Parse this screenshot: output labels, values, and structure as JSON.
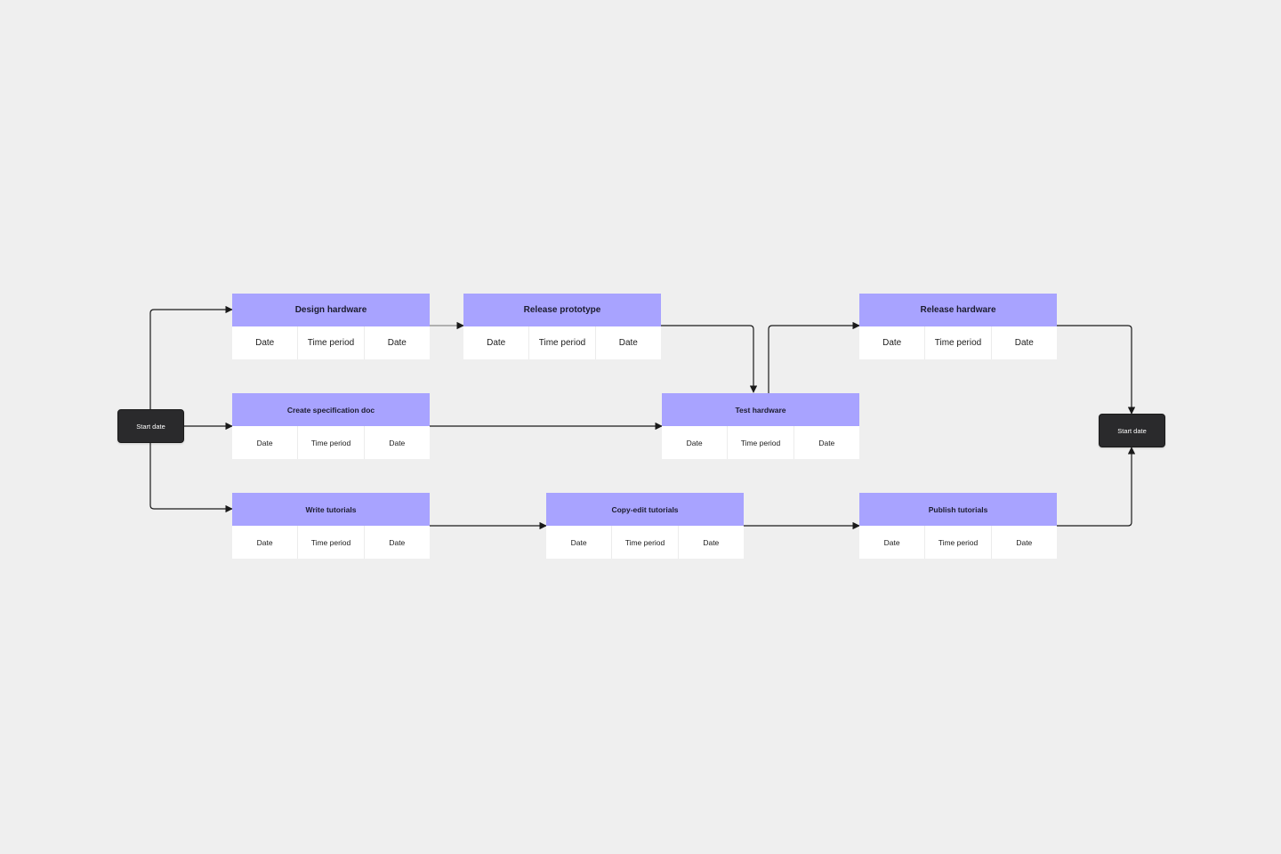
{
  "diagram": {
    "start_terminal": {
      "label": "Start date"
    },
    "end_terminal": {
      "label": "Start date"
    },
    "tasks": {
      "design_hardware": {
        "title": "Design hardware",
        "cells": [
          "Date",
          "Time period",
          "Date"
        ]
      },
      "release_prototype": {
        "title": "Release prototype",
        "cells": [
          "Date",
          "Time period",
          "Date"
        ]
      },
      "release_hardware": {
        "title": "Release hardware",
        "cells": [
          "Date",
          "Time period",
          "Date"
        ]
      },
      "create_spec_doc": {
        "title": "Create specification doc",
        "cells": [
          "Date",
          "Time period",
          "Date"
        ]
      },
      "test_hardware": {
        "title": "Test hardware",
        "cells": [
          "Date",
          "Time period",
          "Date"
        ]
      },
      "write_tutorials": {
        "title": "Write tutorials",
        "cells": [
          "Date",
          "Time period",
          "Date"
        ]
      },
      "copy_edit_tutorials": {
        "title": "Copy-edit tutorials",
        "cells": [
          "Date",
          "Time period",
          "Date"
        ]
      },
      "publish_tutorials": {
        "title": "Publish tutorials",
        "cells": [
          "Date",
          "Time period",
          "Date"
        ]
      }
    },
    "colors": {
      "task_header": "#a8a3ff",
      "task_body": "#ffffff",
      "terminal": "#2a2a2c",
      "connector": "#1a1a1a",
      "background": "#efefef"
    }
  }
}
